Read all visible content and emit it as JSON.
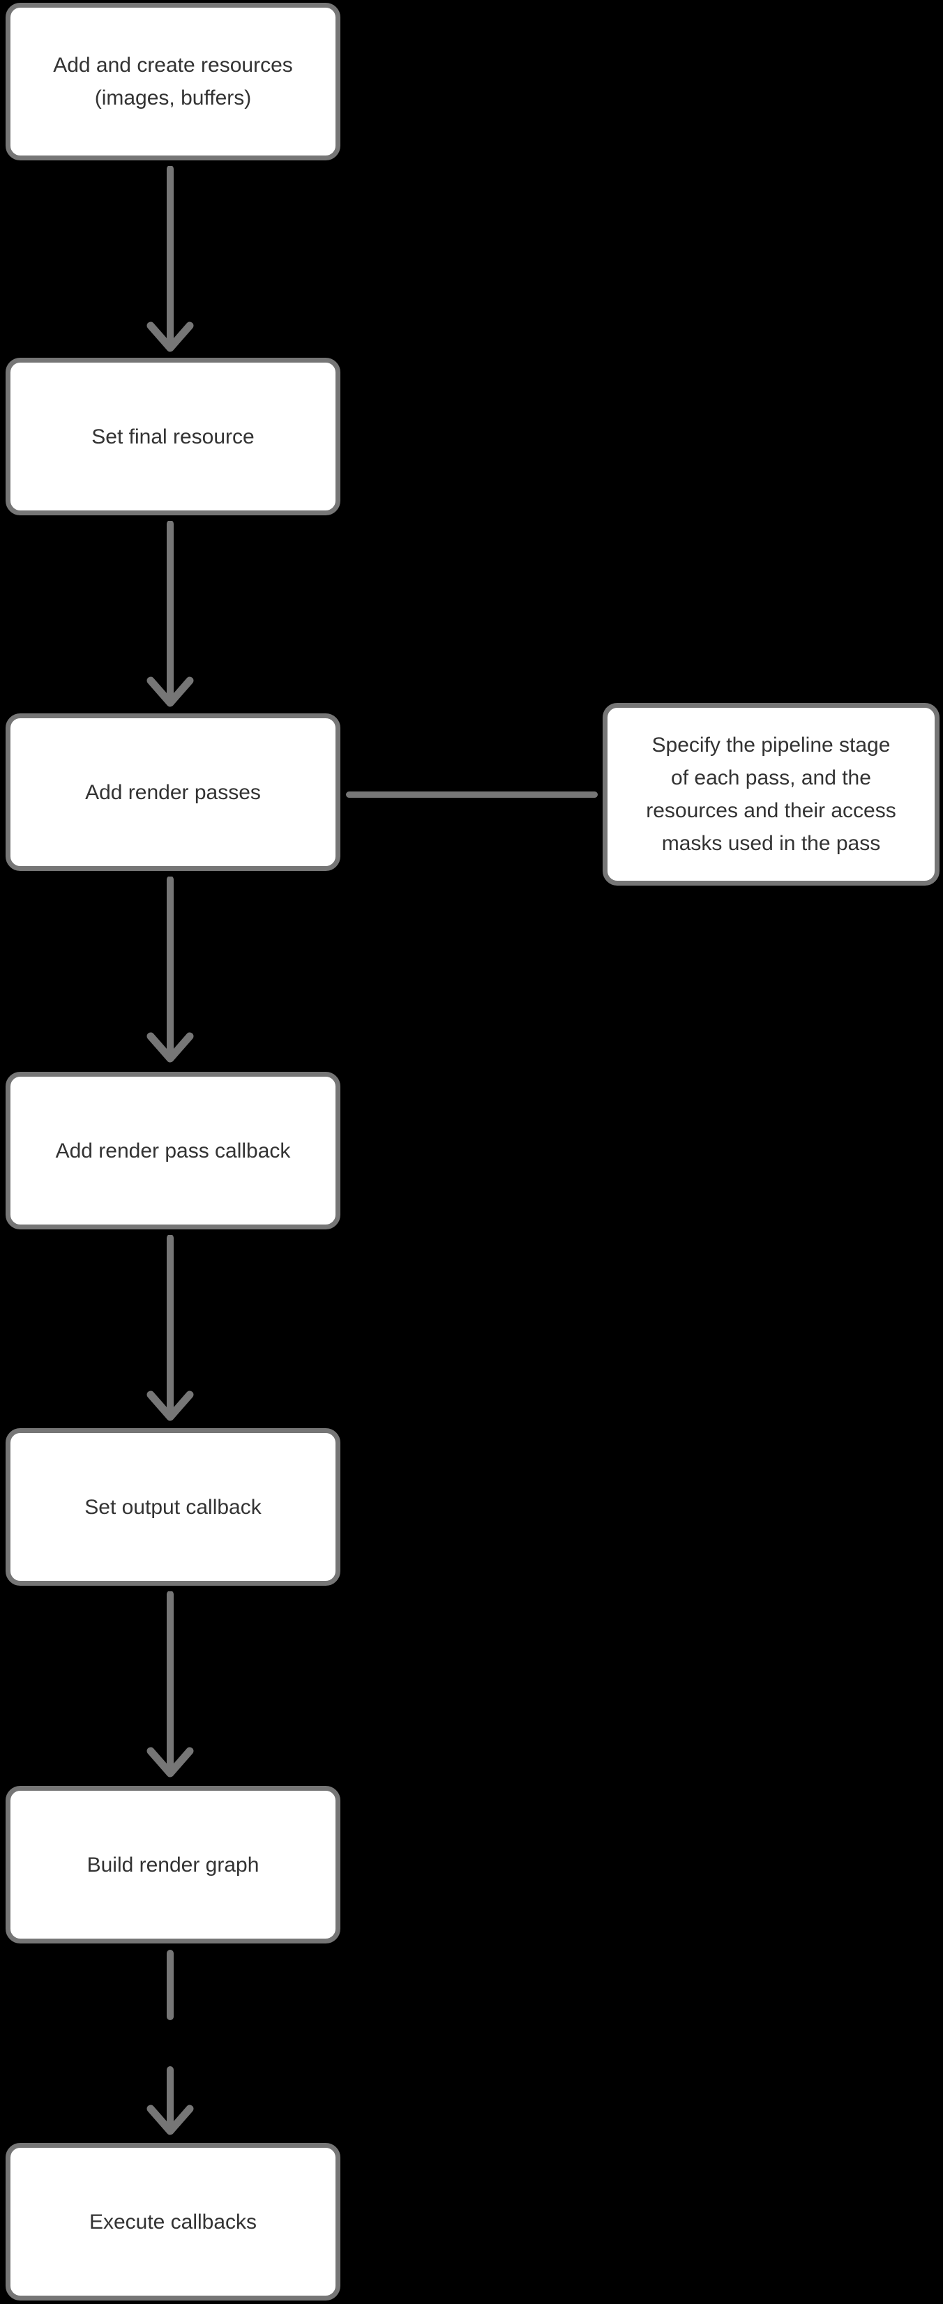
{
  "diagram": {
    "type": "flowchart",
    "direction": "top-down",
    "colors": {
      "background": "#000000",
      "node_fill": "#ffffff",
      "node_border": "#767676",
      "connector": "#767676",
      "text": "#333333"
    },
    "nodes": [
      {
        "id": "add_create_resources",
        "label": [
          "Add and create resources",
          "(images, buffers)"
        ]
      },
      {
        "id": "set_final_resource",
        "label": "Set final resource"
      },
      {
        "id": "add_render_passes",
        "label": "Add render passes"
      },
      {
        "id": "add_render_pass_callback",
        "label": "Add render pass callback"
      },
      {
        "id": "set_output_callback",
        "label": "Set output callback"
      },
      {
        "id": "build_render_graph",
        "label": "Build render graph"
      },
      {
        "id": "execute_callbacks",
        "label": "Execute callbacks"
      }
    ],
    "note": {
      "id": "pass_details_note",
      "attached_to": "add_render_passes",
      "label": [
        "Specify the pipeline stage",
        "of each pass, and the",
        "resources and their access",
        "masks used in the pass"
      ]
    },
    "edges": [
      {
        "from": "add_create_resources",
        "to": "set_final_resource",
        "style": "solid",
        "arrowhead": true
      },
      {
        "from": "set_final_resource",
        "to": "add_render_passes",
        "style": "solid",
        "arrowhead": true
      },
      {
        "from": "add_render_passes",
        "to": "add_render_pass_callback",
        "style": "solid",
        "arrowhead": true
      },
      {
        "from": "add_render_pass_callback",
        "to": "set_output_callback",
        "style": "solid",
        "arrowhead": true
      },
      {
        "from": "set_output_callback",
        "to": "build_render_graph",
        "style": "solid",
        "arrowhead": true
      },
      {
        "from": "build_render_graph",
        "to": "execute_callbacks",
        "style": "dashed",
        "arrowhead": true
      },
      {
        "from": "add_render_passes",
        "to": "pass_details_note",
        "style": "solid",
        "arrowhead": false
      }
    ]
  }
}
